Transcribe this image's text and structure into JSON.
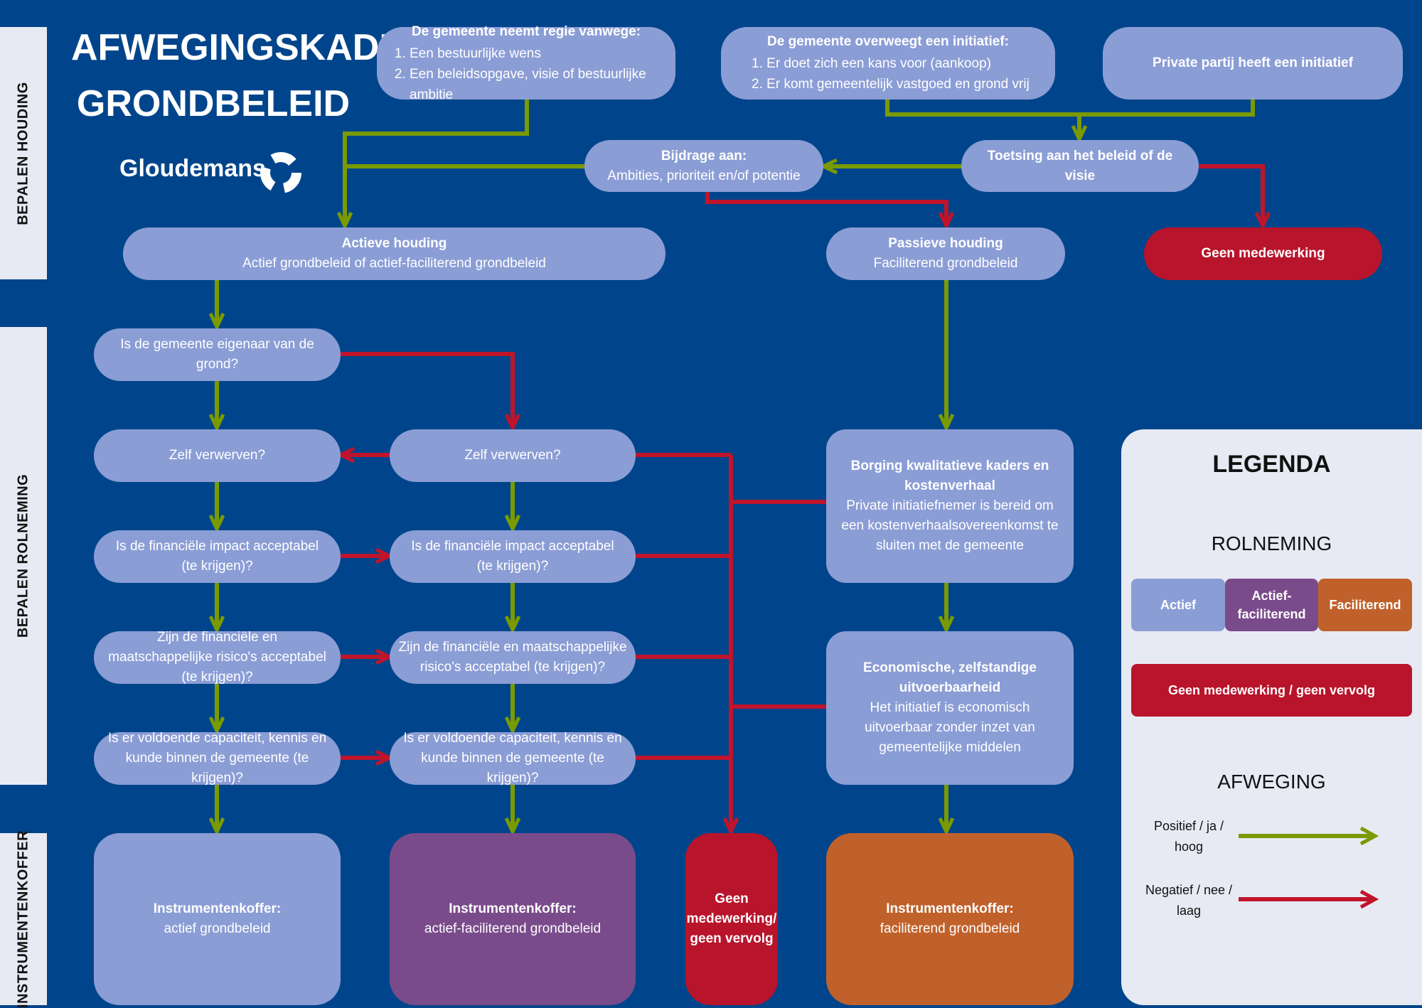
{
  "title_line1": "AFWEGINGSKADER",
  "title_line2": "GRONDBELEID",
  "logo": {
    "text": "Gloudemans",
    "icon": "gloudemans-logo-icon"
  },
  "side_labels": {
    "houding": "BEPALEN HOUDING",
    "rolneming": "BEPALEN ROLNEMING",
    "instrumenten": "INSTRUMENTENKOFFER"
  },
  "colors": {
    "background": "#00458b",
    "actief": "#8b9dd5",
    "actief_faciliterend": "#7a4b8b",
    "faciliterend": "#c0612b",
    "geen_medewerking": "#b8142b",
    "positief_arrow": "#7a9a01",
    "negatief_arrow": "#c0142b",
    "legend_bg": "#e7eaf3"
  },
  "nodes": {
    "regie": {
      "heading": "De gemeente neemt regie vanwege:",
      "items": [
        "Een bestuurlijke wens",
        "Een beleidsopgave, visie of bestuurlijke ambitie"
      ]
    },
    "overweegt": {
      "heading": "De gemeente overweegt een initiatief:",
      "items": [
        "Er doet zich een kans voor (aankoop)",
        "Er komt gemeentelijk vastgoed en grond vrij"
      ]
    },
    "private": {
      "heading": "Private partij heeft een initiatief"
    },
    "bijdrage": {
      "heading": "Bijdrage aan:",
      "text": "Ambities, prioriteit en/of potentie"
    },
    "toetsing": {
      "heading": "Toetsing aan het beleid of de visie"
    },
    "actieve": {
      "heading": "Actieve houding",
      "text": "Actief grondbeleid of actief-faciliterend grondbeleid"
    },
    "passieve": {
      "heading": "Passieve houding",
      "text": "Faciliterend grondbeleid"
    },
    "geen_top": {
      "heading": "Geen medewerking"
    },
    "eigenaar": {
      "text": "Is de gemeente eigenaar van de grond?"
    },
    "zelf1": {
      "text": "Zelf verwerven?"
    },
    "zelf2": {
      "text": "Zelf verwerven?"
    },
    "fin1": {
      "text": "Is de financiële impact acceptabel (te krijgen)?"
    },
    "fin2": {
      "text": "Is de financiële impact acceptabel (te krijgen)?"
    },
    "risico1": {
      "text": "Zijn de financiële en maatschappelijke risico's acceptabel (te krijgen)?"
    },
    "risico2": {
      "text": "Zijn de financiële en maatschappelijke risico's acceptabel (te krijgen)?"
    },
    "cap1": {
      "text": "Is er voldoende capaciteit, kennis en kunde binnen de gemeente (te krijgen)?"
    },
    "cap2": {
      "text": "Is er voldoende capaciteit, kennis en kunde binnen de gemeente (te krijgen)?"
    },
    "borging": {
      "heading": "Borging kwalitatieve kaders en kostenverhaal",
      "text": "Private initiatiefnemer is bereid om een kostenverhaalsovereenkomst te sluiten met de gemeente"
    },
    "economisch": {
      "heading": "Economische, zelfstandige uitvoerbaarheid",
      "text": "Het initiatief is economisch uitvoerbaar zonder inzet van gemeentelijke middelen"
    },
    "instr_actief": {
      "heading": "Instrumentenkoffer:",
      "text": "actief grondbeleid"
    },
    "instr_af": {
      "heading": "Instrumentenkoffer:",
      "text": "actief-faciliterend grondbeleid"
    },
    "geen_bottom": {
      "heading": "Geen medewerking/ geen vervolg"
    },
    "instr_fac": {
      "heading": "Instrumentenkoffer:",
      "text": "faciliterend grondbeleid"
    }
  },
  "legend": {
    "title": "LEGENDA",
    "rolneming_title": "ROLNEMING",
    "actief": "Actief",
    "actief_faciliterend": "Actief-faciliterend",
    "faciliterend": "Faciliterend",
    "geen": "Geen medewerking / geen vervolg",
    "afweging_title": "AFWEGING",
    "positief": "Positief / ja / hoog",
    "negatief": "Negatief / nee / laag"
  }
}
